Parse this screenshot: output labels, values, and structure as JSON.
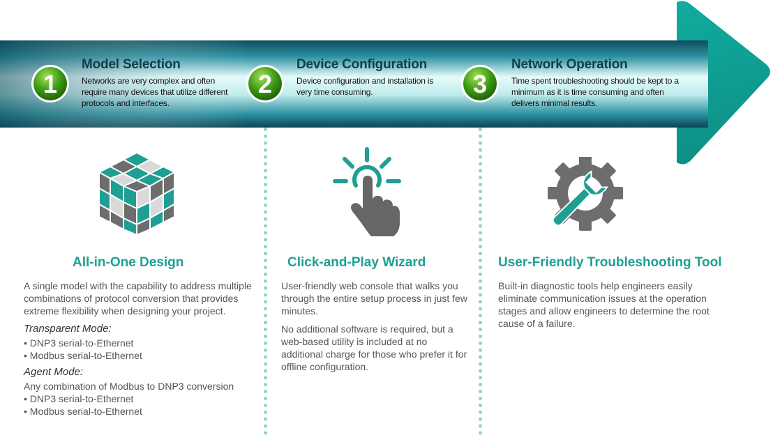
{
  "steps": [
    {
      "number": "1",
      "title": "Model Selection",
      "desc": "Networks are very complex and often require many devices that utilize different protocols and interfaces."
    },
    {
      "number": "2",
      "title": "Device Configuration",
      "desc": "Device configuration and installation is very time consuming."
    },
    {
      "number": "3",
      "title": "Network Operation",
      "desc": "Time spent troubleshooting should be kept to a minimum as it is time consuming and often delivers minimal results."
    }
  ],
  "features": [
    {
      "title": "All-in-One Design",
      "body": "A single model with the capability to address multiple combinations of protocol conversion that provides extreme flexibility when designing your project.",
      "transparent_mode": {
        "label": "Transparent Mode:",
        "bullets": [
          "• DNP3 serial-to-Ethernet",
          "• Modbus serial-to-Ethernet"
        ]
      },
      "agent_mode": {
        "label": "Agent Mode:",
        "intro": "Any combination of Modbus to DNP3 conversion",
        "bullets": [
          "• DNP3 serial-to-Ethernet",
          "• Modbus serial-to-Ethernet"
        ]
      }
    },
    {
      "title": "Click-and-Play Wizard",
      "body": "User-friendly web console that walks you through the entire setup process in just few minutes.",
      "body2": "No additional software is required, but a web-based utility is included at no additional charge for those who prefer it for offline configuration."
    },
    {
      "title": "User-Friendly Troubleshooting Tool",
      "body": "Built-in diagnostic tools help engineers easily eliminate communication issues at the operation stages and allow engineers to determine the root cause of a failure."
    }
  ],
  "icons": [
    "cube-icon",
    "touch-click-icon",
    "gear-wrench-icon"
  ],
  "colors": {
    "teal": "#1f9f94",
    "dark_teal": "#0d3f4a",
    "green": "#3c9a14",
    "divider": "#8fd3cc"
  }
}
